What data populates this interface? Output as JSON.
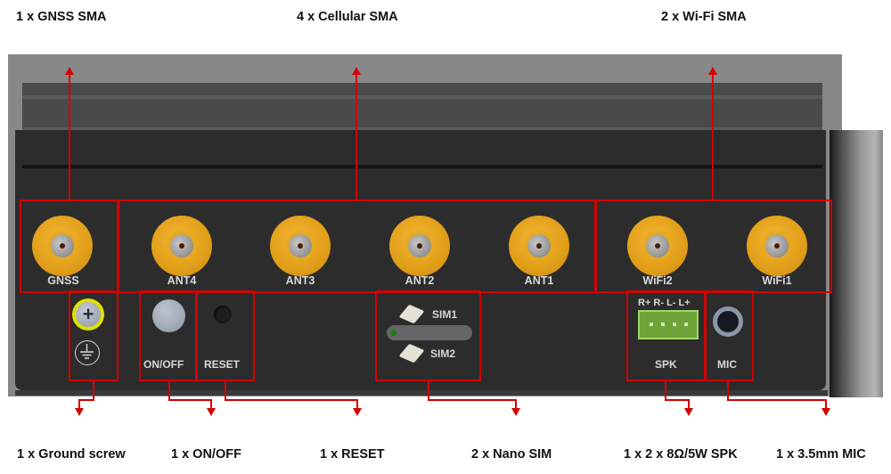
{
  "top_callouts": {
    "gnss": "1 x GNSS SMA",
    "cellular": "4 x Cellular SMA",
    "wifi": "2 x Wi-Fi SMA"
  },
  "bottom_callouts": {
    "ground": "1 x Ground screw",
    "onoff": "1 x ON/OFF",
    "reset": "1 x RESET",
    "sim": "2 x Nano SIM",
    "spk": "1 x 2 x 8Ω/5W SPK",
    "mic": "1 x 3.5mm MIC"
  },
  "ports": {
    "antennas": [
      "GNSS",
      "ANT4",
      "ANT3",
      "ANT2",
      "ANT1",
      "WiFi2",
      "WiFi1"
    ],
    "onoff_label": "ON/OFF",
    "reset_label": "RESET",
    "sim1_label": "SIM1",
    "sim2_label": "SIM2",
    "spk_pins": "R+ R- L- L+",
    "spk_label": "SPK",
    "mic_label": "MIC"
  },
  "colors": {
    "callout_red": "#d40000",
    "sma_gold": "#e3a01a",
    "panel": "#2c2c2c"
  }
}
